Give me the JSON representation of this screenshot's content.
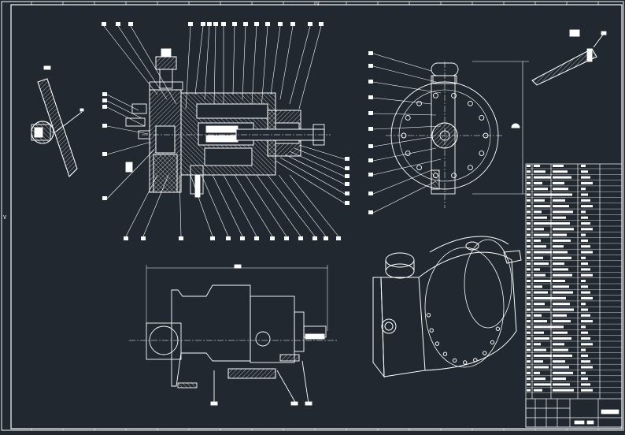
{
  "drawing": {
    "background": "#212830",
    "line_color": "#ffffff",
    "detail_color": "#e8e8e8",
    "hatch_color": "#cfcfcf",
    "top_sheet_mark": "V",
    "left_sheet_mark": "V"
  },
  "views": {
    "section_view": "main-section-view",
    "end_view": "end-view",
    "side_view": "side-view",
    "iso_view": "isometric-view",
    "detail_lever": "detail-lever-view",
    "detail_pin": "detail-pin-view"
  },
  "parts_list": {
    "row_count": 40
  },
  "title_block": {
    "present": true
  }
}
